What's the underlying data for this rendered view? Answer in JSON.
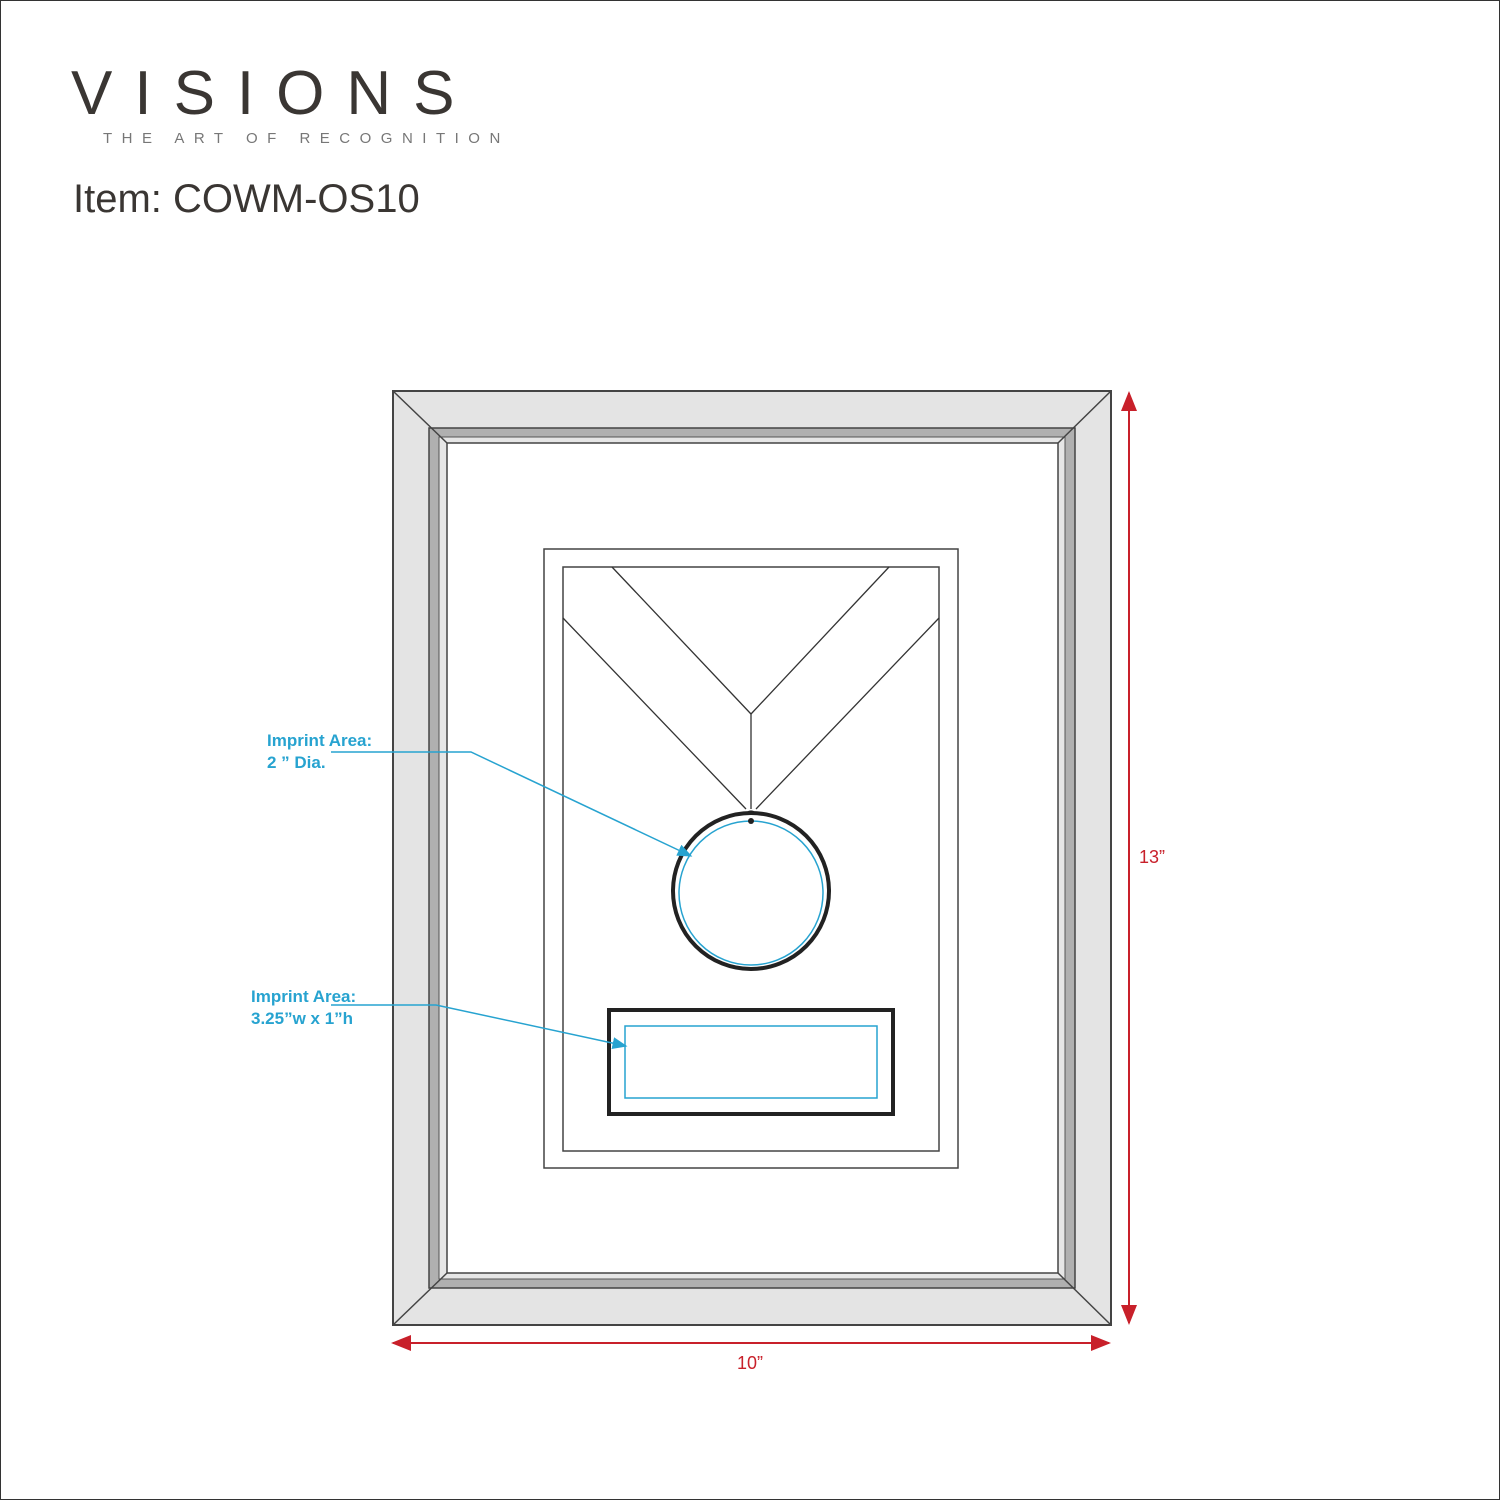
{
  "brand": {
    "name": "VISIONS",
    "tagline": "THE ART OF RECOGNITION"
  },
  "item": {
    "label": "Item: COWM-OS10"
  },
  "callouts": [
    {
      "title": "Imprint Area:",
      "size": "2 ” Dia."
    },
    {
      "title": "Imprint Area:",
      "size": "3.25”w x 1”h"
    }
  ],
  "dimensions": {
    "height": "13”",
    "width": "10”"
  },
  "colors": {
    "callout": "#27a3d0",
    "dimension": "#c8202a",
    "frame": "#e4e4e4",
    "frame_shadow": "#b0b0b0"
  }
}
